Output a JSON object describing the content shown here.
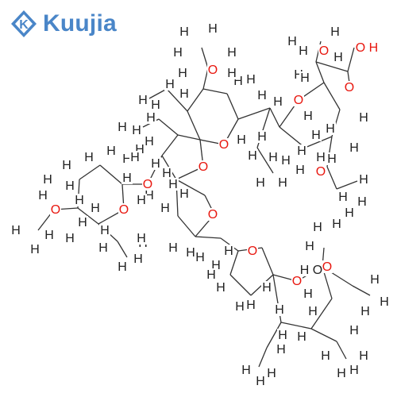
{
  "logo": {
    "brand_text": "Kuujia",
    "glyph": "K",
    "color": "#4a86c8"
  },
  "molecule": {
    "bond_color": "#333333",
    "hydrogen_color": "#222222",
    "oxygen_color": "#e8170f",
    "atom_labels": {
      "hydrogen": "H",
      "oxygen": "O",
      "hydroxyl": "HO",
      "hydroxyl_alt": "H O",
      "hydroxyl_top": "O H"
    }
  }
}
